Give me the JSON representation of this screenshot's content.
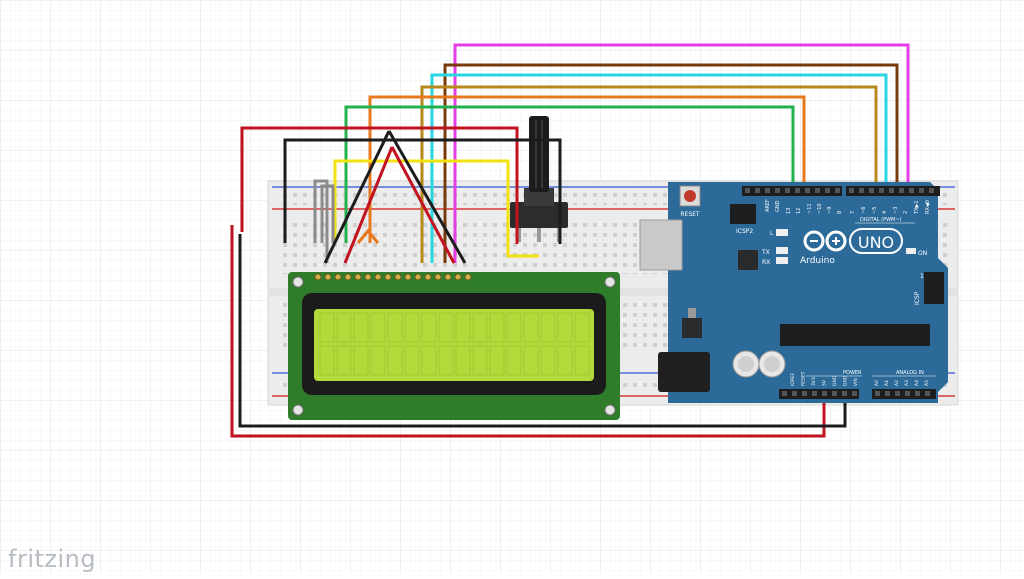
{
  "watermark": "fritzing",
  "arduino": {
    "brand": "Arduino",
    "model": "UNO",
    "reset_label": "RESET",
    "icsp2_label": "ICSP2",
    "icsp_label": "ICSP",
    "on_label": "ON",
    "l_label": "L",
    "tx_label": "TX",
    "rx_label": "RX",
    "digital_label": "DIGITAL (PWM~)",
    "power_label": "POWER",
    "analog_label": "ANALOG IN",
    "aref_label": "AREF",
    "gnd_label": "GND",
    "txrx_label": "TX▶1",
    "rxpin_label": "RX◀0",
    "one_label": "1",
    "top_pins": [
      "13",
      "12",
      "~11",
      "~10",
      "~9",
      "8",
      "7",
      "~6",
      "~5",
      "4",
      "~3",
      "2"
    ],
    "power_pins": [
      "IOREF",
      "RESET",
      "3V3",
      "5V",
      "GND",
      "GND",
      "VIN"
    ],
    "analog_pins": [
      "A0",
      "A1",
      "A2",
      "A3",
      "A4",
      "A5"
    ]
  },
  "colors": {
    "red": "#c1121f",
    "black": "#1c1c1c",
    "magenta": "#e63ee6",
    "brown": "#7a3b0b",
    "cyan": "#27d6e0",
    "goldenrod": "#b58a1b",
    "orange": "#e8781c",
    "green": "#22b14c",
    "yellow": "#f2e210",
    "gray": "#8b8b8b",
    "board_blue": "#2b6a99",
    "lcd_green": "#2f7d2a",
    "lcd_screen": "#b4d93b"
  }
}
